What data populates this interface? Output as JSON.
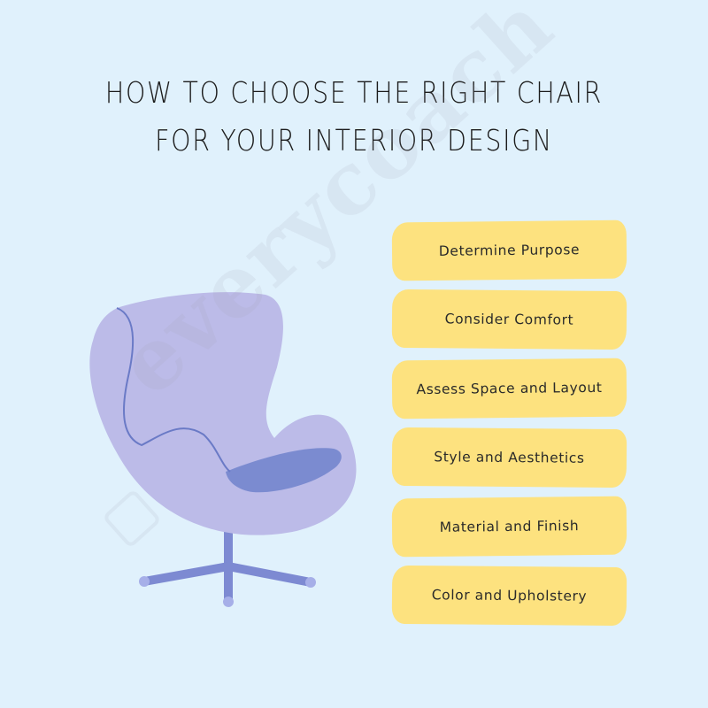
{
  "title": {
    "line1": "How to choose the right chair",
    "line2": "for your interior design"
  },
  "steps": [
    {
      "label": "Determine Purpose"
    },
    {
      "label": "Consider Comfort"
    },
    {
      "label": "Assess Space and Layout"
    },
    {
      "label": "Style and Aesthetics"
    },
    {
      "label": "Material and Finish"
    },
    {
      "label": "Color and Upholstery"
    }
  ],
  "watermark": {
    "text": "everycoach"
  },
  "colors": {
    "background": "#e0f1fc",
    "step_fill": "#fde27f",
    "chair_body": "#bcbbe8",
    "chair_cushion": "#7b8bd0",
    "chair_base": "#7d8ad2",
    "text": "#1c1c1c"
  }
}
